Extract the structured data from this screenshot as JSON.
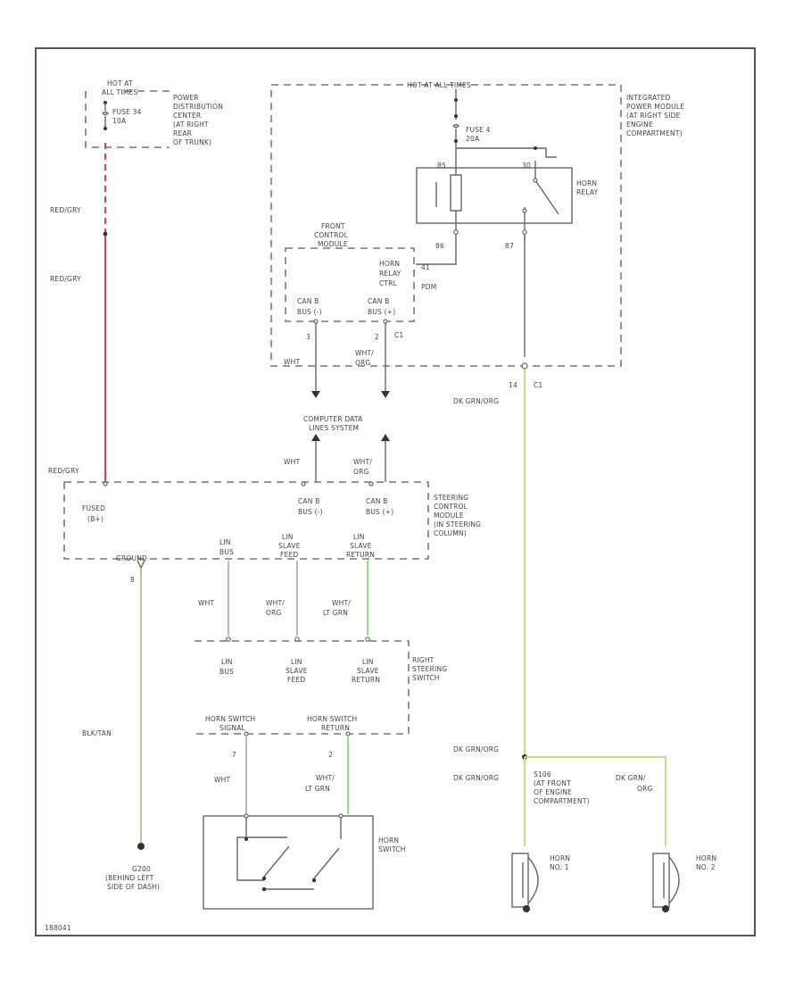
{
  "colors": {
    "red_wire": "#e0443c",
    "green_wire": "#9cd86c",
    "tan_wire": "#c8bf94",
    "yellowgreen_wire": "#c7d98a",
    "gray_wire": "#b9b9b9",
    "lightgreen_wire": "#8ee08a"
  },
  "pdc": {
    "hot": [
      "HOT AT",
      "ALL TIMES"
    ],
    "fuse": [
      "FUSE 34",
      "10A"
    ],
    "name": [
      "POWER",
      "DISTRIBUTION",
      "CENTER",
      "(AT RIGHT",
      "REAR",
      "OF TRUNK)"
    ]
  },
  "ipm": {
    "hot": "HOT AT ALL TIMES",
    "fuse": [
      "FUSE 4",
      "20A"
    ],
    "name": [
      "INTEGRATED",
      "POWER MODULE",
      "(AT RIGHT SIDE",
      "ENGINE",
      "COMPARTMENT)"
    ],
    "relay_pin_left": "85",
    "relay_pin_right": "30",
    "relay_name": [
      "HORN",
      "RELAY"
    ],
    "relay_pin_86": "86",
    "relay_pin_87": "87",
    "out_pin": "14",
    "out_conn": "C1"
  },
  "fcm": {
    "name": [
      "FRONT",
      "CONTROL",
      "MODULE"
    ],
    "horn_ctrl": [
      "HORN",
      "RELAY",
      "CTRL"
    ],
    "pin_41": "41",
    "pdm": "PDM",
    "can_c": [
      "CAN B",
      "BUS (-)"
    ],
    "can_h": [
      "CAN B",
      "BUS (+)"
    ],
    "pin_c": "3",
    "pin_h": "2",
    "conn": "C1",
    "wire_c": "WHT",
    "wire_h": [
      "WHT/",
      "ORG"
    ]
  },
  "cdbs": [
    "COMPUTER DATA",
    "LINES SYSTEM"
  ],
  "wires": {
    "red_dry_1": "RED/GRY",
    "red_dry_2": "RED/GRY",
    "red_dry_3": "RED/GRY",
    "dk_grn_org_1": "DK GRN/ORG",
    "dk_grn_org_2": "DK GRN/ORG",
    "dk_grn_org_3": "DK GRN/ORG",
    "dk_grn_org_4": [
      "DK GRN/",
      "ORG"
    ],
    "blk_tan": "BLK/TAN",
    "cdb_wht": "WHT",
    "cdb_wht_org": [
      "WHT/",
      "ORG"
    ],
    "lin_wht": "WHT",
    "lin_wht_org": [
      "WHT/",
      "ORG"
    ],
    "lin_wht_ltgrn": [
      "WHT/",
      "LT GRN"
    ],
    "sw_wht": "WHT",
    "sw_wht_ltgrn": [
      "WHT/",
      "LT GRN"
    ]
  },
  "sccm": {
    "fused": [
      "FUSED",
      "(B+)"
    ],
    "can_c": [
      "CAN B",
      "BUS (-)"
    ],
    "can_h": [
      "CAN B",
      "BUS (+)"
    ],
    "name": [
      "STEERING",
      "CONTROL",
      "MODULE",
      "(IN STEERING",
      "COLUMN)"
    ],
    "ground": "GROUND",
    "ground_pin": "8",
    "lin_bus": [
      "LIN",
      "BUS"
    ],
    "lin_feed": [
      "LIN",
      "SLAVE",
      "FEED"
    ],
    "lin_return": [
      "LIN",
      "SLAVE",
      "RETURN"
    ]
  },
  "rss": {
    "lin_bus": [
      "LIN",
      "BUS"
    ],
    "lin_feed": [
      "LIN",
      "SLAVE",
      "FEED"
    ],
    "lin_return": [
      "LIN",
      "SLAVE",
      "RETURN"
    ],
    "name": [
      "RIGHT",
      "STEERING",
      "SWITCH"
    ],
    "horn_sig": [
      "HORN SWITCH",
      "SIGNAL"
    ],
    "horn_ret": [
      "HORN SWITCH",
      "RETURN"
    ],
    "pin_sig": "7",
    "pin_ret": "2"
  },
  "ground": [
    "G200",
    "(BEHIND LEFT",
    "SIDE OF DASH)"
  ],
  "horn_switch": [
    "HORN",
    "SWITCH"
  ],
  "splice": [
    "S106",
    "(AT FRONT",
    "OF ENGINE",
    "COMPARTMENT)"
  ],
  "horn1": [
    "HORN",
    "NO. 1"
  ],
  "horn2": [
    "HORN",
    "NO. 2"
  ],
  "ref_code": "188041"
}
